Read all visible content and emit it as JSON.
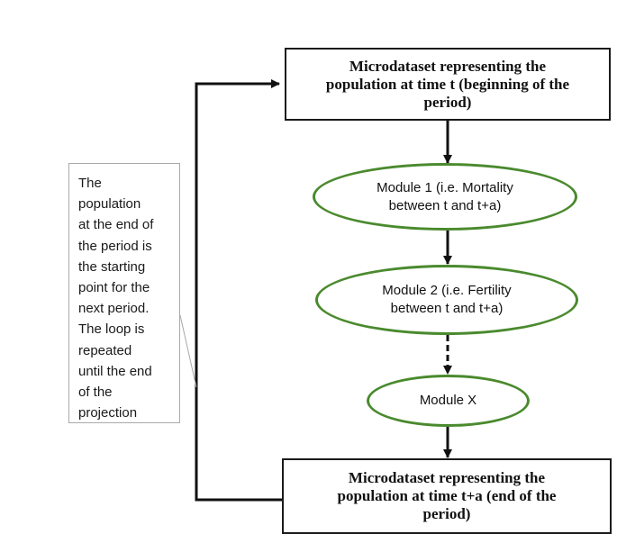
{
  "top_box": {
    "text": "Microdataset representing the\npopulation at time t (beginning of the\nperiod)"
  },
  "modules": [
    {
      "id": "module-1",
      "text": "Module 1 (i.e. Mortality\nbetween t and t+a)"
    },
    {
      "id": "module-2",
      "text": "Module 2 (i.e. Fertility\nbetween t and t+a)"
    },
    {
      "id": "module-x",
      "text": "Module X"
    }
  ],
  "bottom_box": {
    "text": "Microdataset representing the\npopulation at time t+a (end of the\nperiod)"
  },
  "note": {
    "text": "The\npopulation\nat the end of\nthe period is\nthe starting\npoint for the\nnext period.\nThe loop is\nrepeated\nuntil the end\nof the\nprojection"
  },
  "colors": {
    "oval_border": "#4a8a2e",
    "box_border": "#1a1a1a",
    "arrow": "#111111",
    "note_border": "#a9a9a9"
  }
}
